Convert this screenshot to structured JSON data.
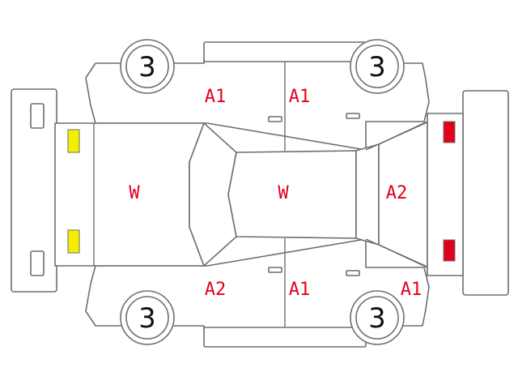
{
  "colors": {
    "outline": "#6e6e6e",
    "damage_mark": "#e0001b",
    "front_lamp": "#f2f000",
    "rear_lamp": "#e0001b"
  },
  "tires": {
    "front_left": "3",
    "rear_left": "3",
    "front_right": "3",
    "rear_right": "3"
  },
  "marks": {
    "front_left_door": "A1",
    "rear_left_door": "A1",
    "hood": "W",
    "roof": "W",
    "rear_glass": "A2",
    "front_right_door": "A2",
    "rear_right_door": "A1",
    "rear_right_fender": "A1"
  }
}
